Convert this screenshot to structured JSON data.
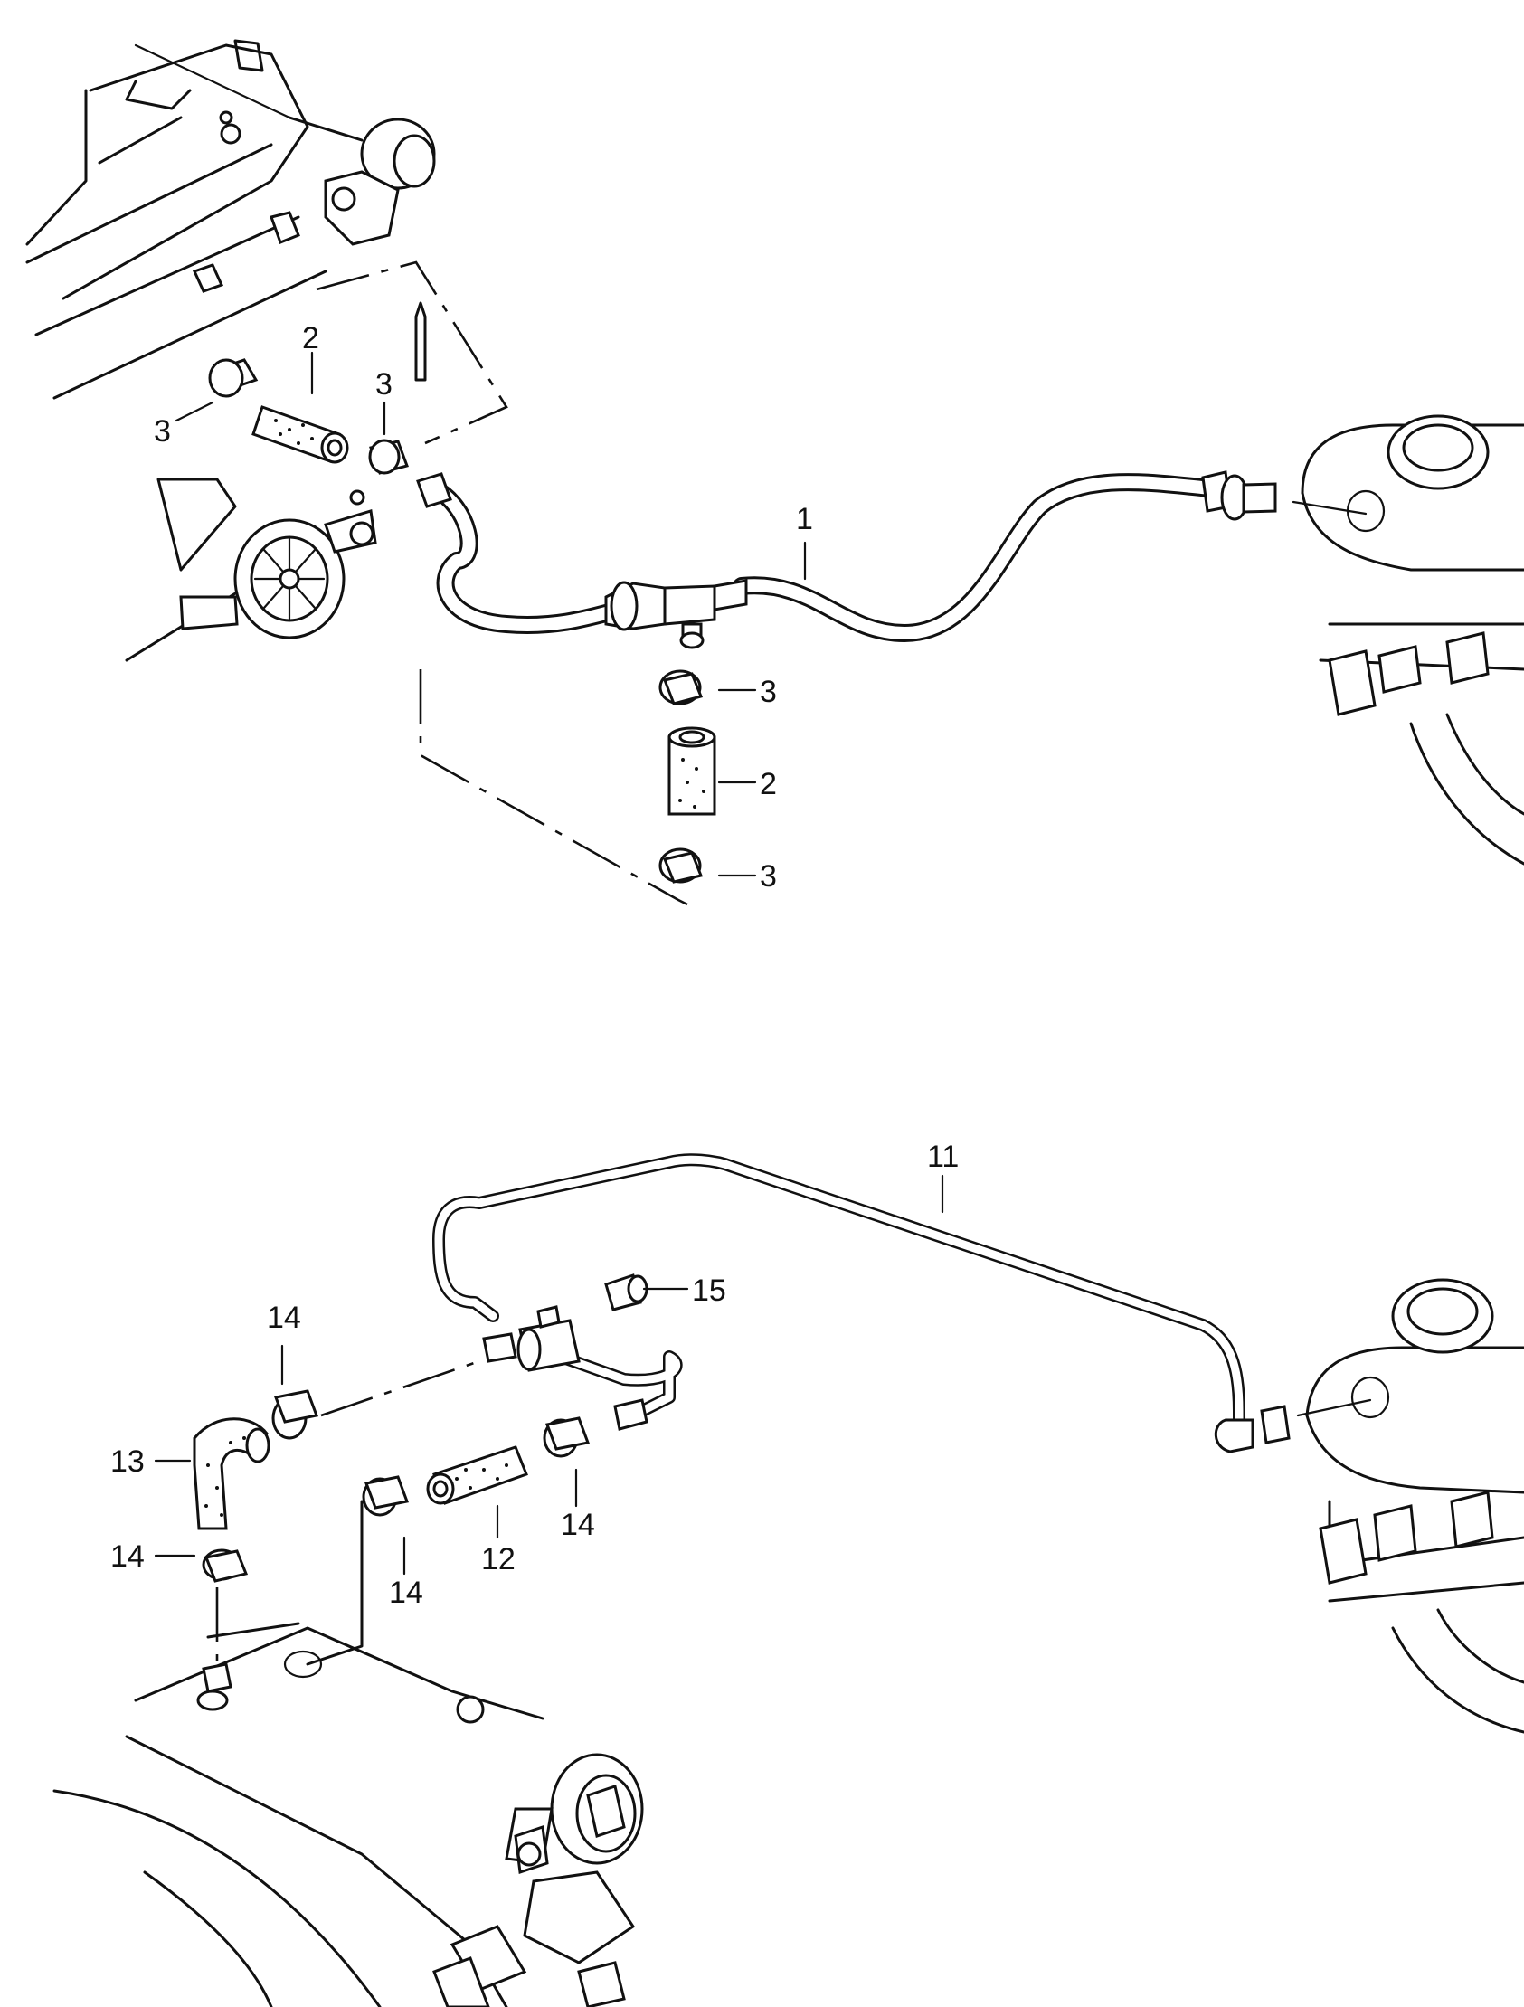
{
  "callouts": [
    {
      "id": "c1",
      "label": "1"
    },
    {
      "id": "c2a",
      "label": "2"
    },
    {
      "id": "c2b",
      "label": "2"
    },
    {
      "id": "c3a",
      "label": "3"
    },
    {
      "id": "c3b",
      "label": "3"
    },
    {
      "id": "c3c",
      "label": "3"
    },
    {
      "id": "c3d",
      "label": "3"
    },
    {
      "id": "c11",
      "label": "11"
    },
    {
      "id": "c12",
      "label": "12"
    },
    {
      "id": "c13",
      "label": "13"
    },
    {
      "id": "c14a",
      "label": "14"
    },
    {
      "id": "c14b",
      "label": "14"
    },
    {
      "id": "c14c",
      "label": "14"
    },
    {
      "id": "c14d",
      "label": "14"
    },
    {
      "id": "c15",
      "label": "15"
    }
  ]
}
